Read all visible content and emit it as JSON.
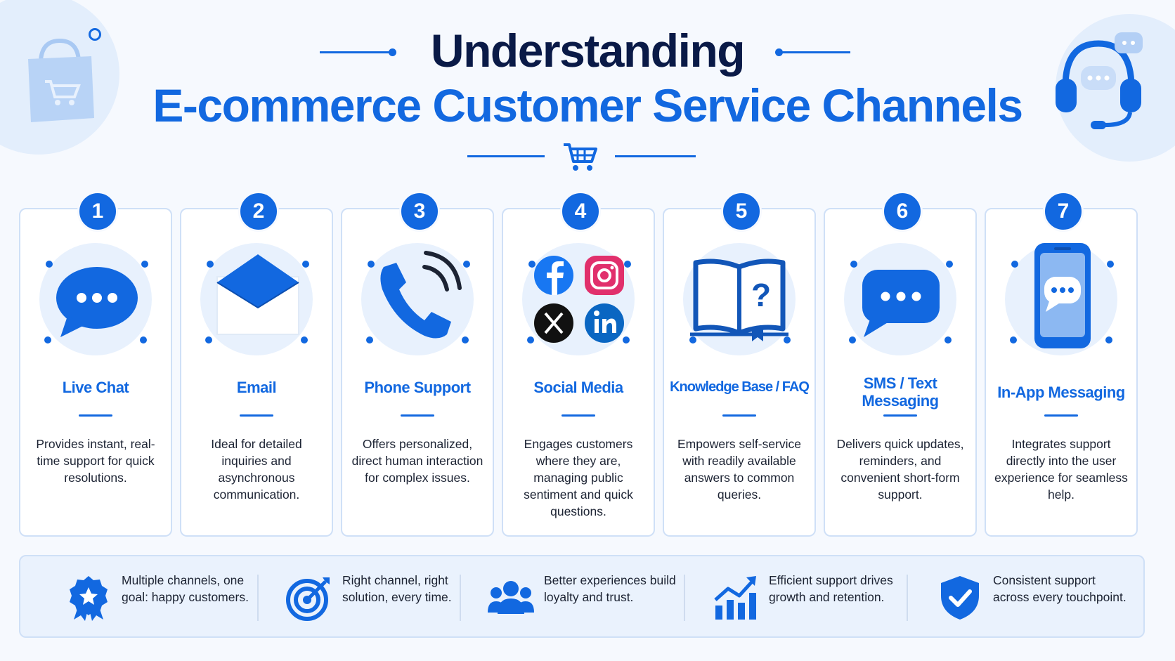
{
  "header": {
    "title_line1": "Understanding",
    "title_line2": "E-commerce Customer Service Channels"
  },
  "channels": [
    {
      "number": "1",
      "title": "Live Chat",
      "description": "Provides instant, real-time support for quick resolutions.",
      "icon": "chat-bubble-icon"
    },
    {
      "number": "2",
      "title": "Email",
      "description": "Ideal for detailed inquiries and asynchronous communication.",
      "icon": "envelope-icon"
    },
    {
      "number": "3",
      "title": "Phone Support",
      "description": "Offers personalized, direct human interaction for complex issues.",
      "icon": "phone-icon"
    },
    {
      "number": "4",
      "title": "Social Media",
      "description": "Engages customers where they are, managing public sentiment and quick questions.",
      "icon": "social-logos-icon"
    },
    {
      "number": "5",
      "title": "Knowledge Base / FAQ",
      "description": "Empowers self-service with readily available answers to common queries.",
      "icon": "book-question-icon"
    },
    {
      "number": "6",
      "title": "SMS / Text Messaging",
      "description": "Delivers quick updates, reminders, and convenient short-form support.",
      "icon": "sms-bubble-icon"
    },
    {
      "number": "7",
      "title": "In-App Messaging",
      "description": "Integrates support directly into the user experience for seamless help.",
      "icon": "smartphone-chat-icon"
    }
  ],
  "benefits": [
    {
      "text": "Multiple channels, one goal: happy customers.",
      "icon": "award-badge-icon"
    },
    {
      "text": "Right channel, right solution, every time.",
      "icon": "target-icon"
    },
    {
      "text": "Better experiences build loyalty and trust.",
      "icon": "people-group-icon"
    },
    {
      "text": "Efficient support drives growth and retention.",
      "icon": "growth-chart-icon"
    },
    {
      "text": "Consistent support across every touchpoint.",
      "icon": "shield-check-icon"
    }
  ],
  "colors": {
    "primary": "#1268e0",
    "dark_navy": "#0a1a47",
    "background": "#f6f9fe",
    "card_border": "#cfe0f7",
    "halo": "#e8f1fd"
  }
}
